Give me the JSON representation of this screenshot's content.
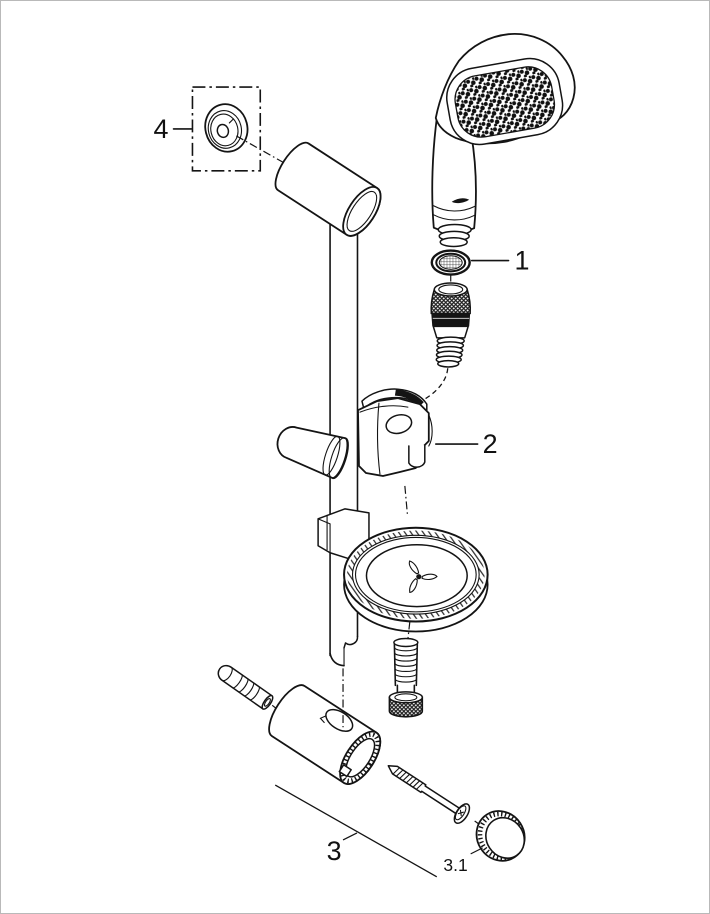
{
  "diagram": {
    "kind": "exploded-parts-diagram",
    "background_color": "#ffffff",
    "line_color": "#141414",
    "frame_border_color": "#b9b9b9",
    "callouts": {
      "part1": {
        "label": "1"
      },
      "part2": {
        "label": "2"
      },
      "part3": {
        "label": "3"
      },
      "part3_sub": {
        "label": "3.1"
      },
      "part4": {
        "label": "4"
      }
    }
  }
}
